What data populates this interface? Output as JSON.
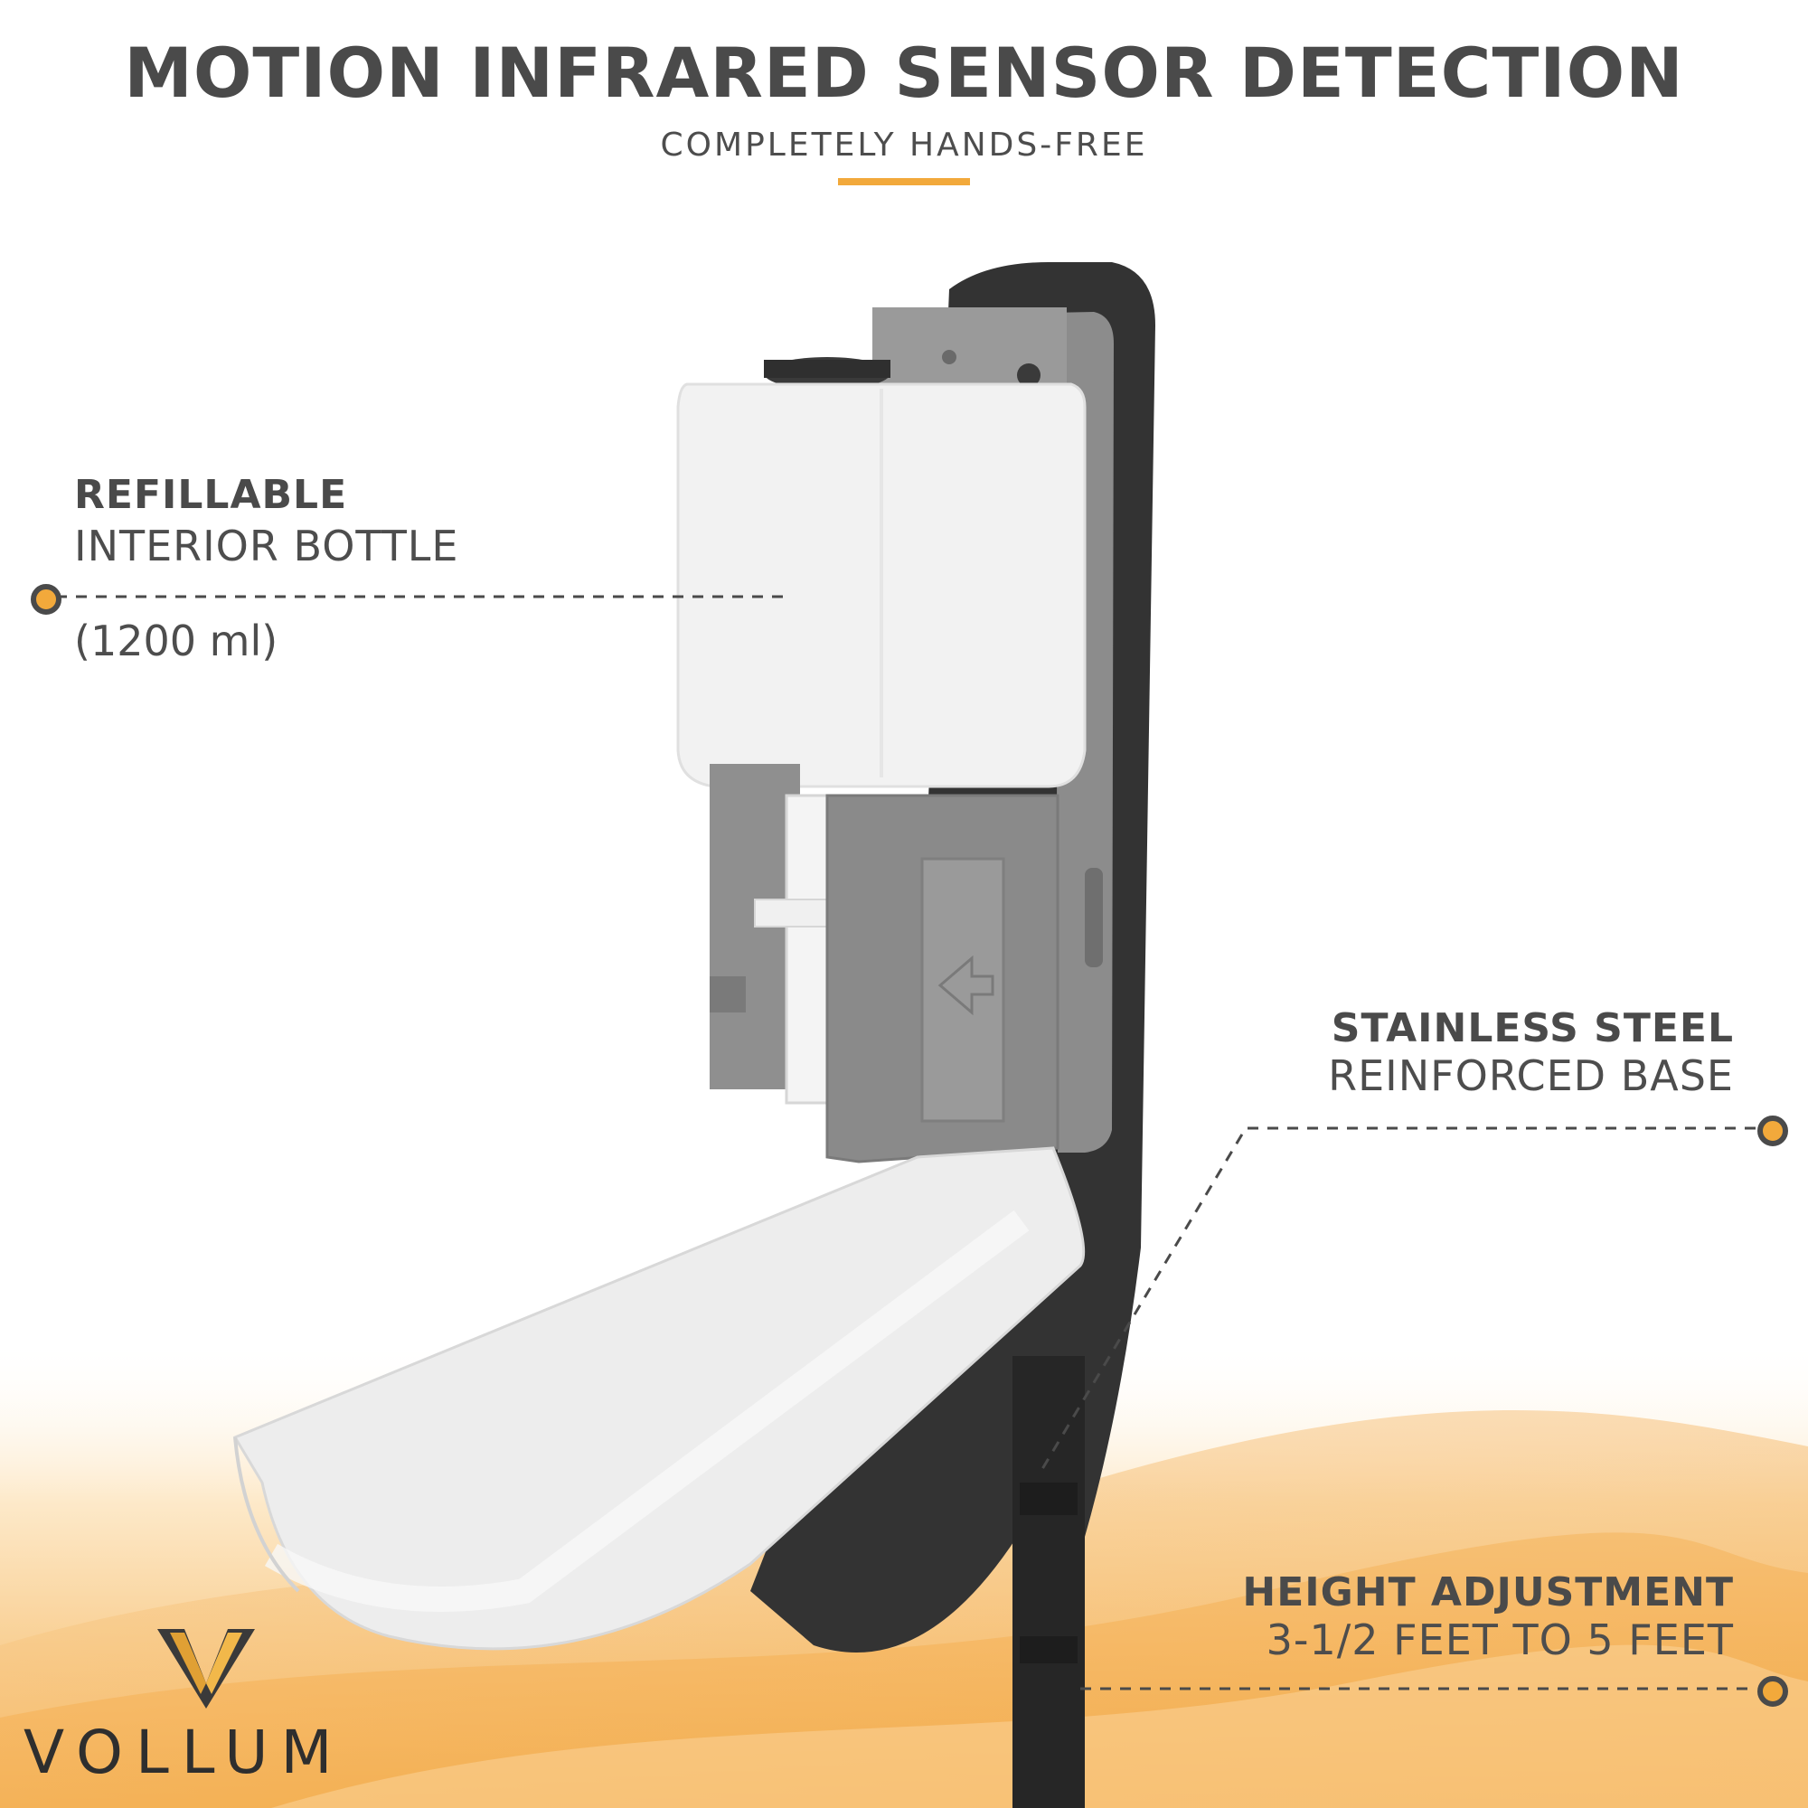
{
  "header": {
    "title": "MOTION INFRARED SENSOR DETECTION",
    "subtitle": "COMPLETELY HANDS-FREE"
  },
  "callouts": {
    "bottle": {
      "bold": "REFILLABLE",
      "light": "INTERIOR BOTTLE",
      "note": "(1200 ml)"
    },
    "base": {
      "bold": "STAINLESS STEEL",
      "light": "REINFORCED BASE"
    },
    "height": {
      "bold": "HEIGHT ADJUSTMENT",
      "light": "3-1/2 FEET TO 5 FEET"
    }
  },
  "logo": {
    "wordmark": "VOLLUM"
  },
  "colors": {
    "accent": "#f2a93b",
    "text": "#4a4a4a",
    "dispenser_gray": "#8a8a8a",
    "pole": "#2f2f2f"
  }
}
